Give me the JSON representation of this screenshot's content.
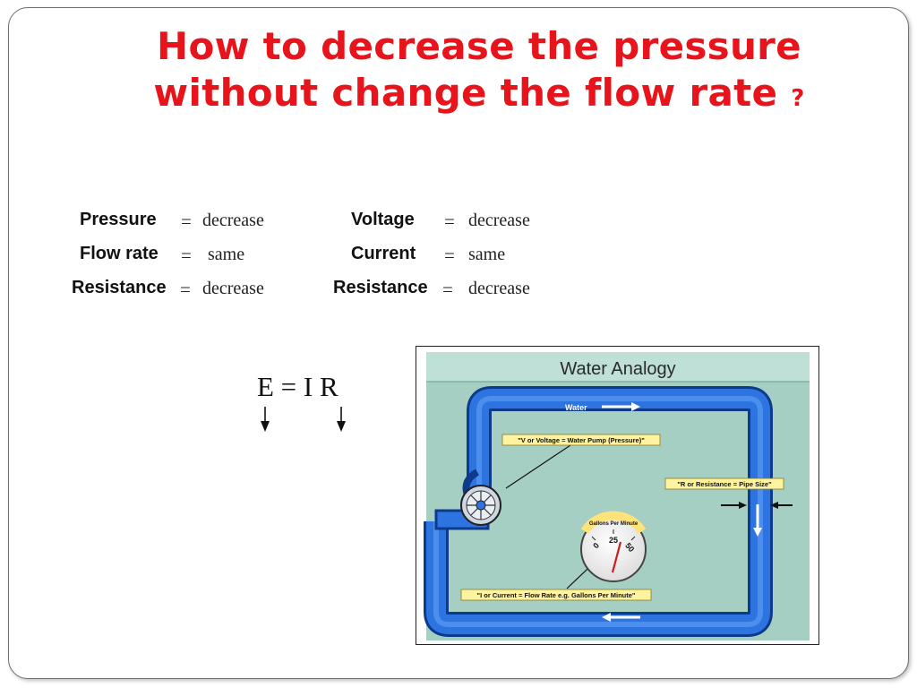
{
  "title": {
    "line1": "How to decrease the pressure",
    "line2": "without change the flow rate",
    "question_mark": "?"
  },
  "hydraulic": {
    "rows": [
      {
        "term": "Pressure",
        "equals": "=",
        "value": "decrease"
      },
      {
        "term": "Flow rate",
        "equals": "=",
        "value": "same"
      },
      {
        "term": "Resistance",
        "equals": "=",
        "value": "decrease"
      }
    ]
  },
  "electrical": {
    "rows": [
      {
        "term": "Voltage",
        "equals": "=",
        "value": "decrease"
      },
      {
        "term": "Current",
        "equals": "=",
        "value": "same"
      },
      {
        "term": "Resistance",
        "equals": "=",
        "value": "decrease"
      }
    ]
  },
  "formula": {
    "text": "E = I  R"
  },
  "analogy": {
    "heading": "Water Analogy",
    "water_label": "Water",
    "voltage_label": "\"V or Voltage = Water Pump (Pressure)\"",
    "resistance_label": "\"R or Resistance = Pipe Size\"",
    "current_label": "\"I or Current = Flow Rate e.g. Gallons Per Minute\"",
    "gauge_title": "Gallons Per Minute",
    "gauge_ticks": [
      "0",
      "25",
      "50"
    ]
  },
  "colors": {
    "title": "#e8141b",
    "pipe": "#1f5fd0",
    "panel_bg": "#a6cfc3",
    "label_bg": "#fff3a0"
  }
}
